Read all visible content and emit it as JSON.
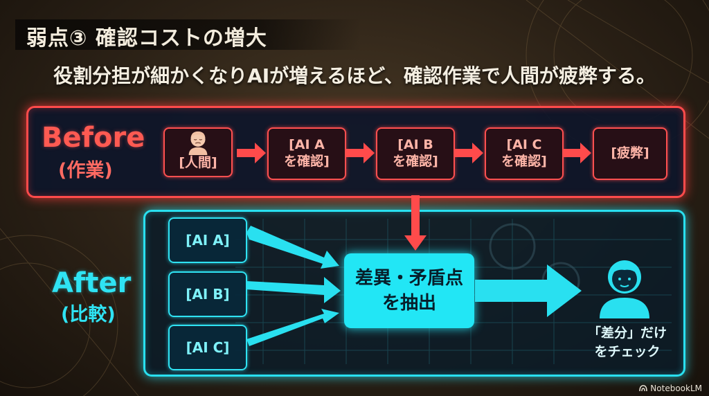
{
  "title": "弱点③ 確認コストの増大",
  "subtitle": "役割分担が細かくなりAIが増えるほど、確認作業で人間が疲弊する。",
  "before": {
    "label": "Before",
    "sublabel": "(作業)",
    "steps": [
      {
        "line1": "[人間]",
        "icon": "tired-person-icon"
      },
      {
        "line1": "[AI A",
        "line2": "を確認]"
      },
      {
        "line1": "[AI B",
        "line2": "を確認]"
      },
      {
        "line1": "[AI C",
        "line2": "を確認]"
      },
      {
        "line1": "[疲弊]"
      }
    ]
  },
  "after": {
    "label": "After",
    "sublabel": "(比較)",
    "inputs": [
      "[AI A]",
      "[AI B]",
      "[AI C]"
    ],
    "process": {
      "line1": "差異・矛盾点",
      "line2": "を抽出"
    },
    "result": {
      "line1": "「差分」だけ",
      "line2": "をチェック",
      "icon": "person-icon"
    }
  },
  "footer": {
    "brand": "NotebookLM"
  },
  "colors": {
    "red": "#ff4b4b",
    "cyan": "#29e0f0"
  }
}
